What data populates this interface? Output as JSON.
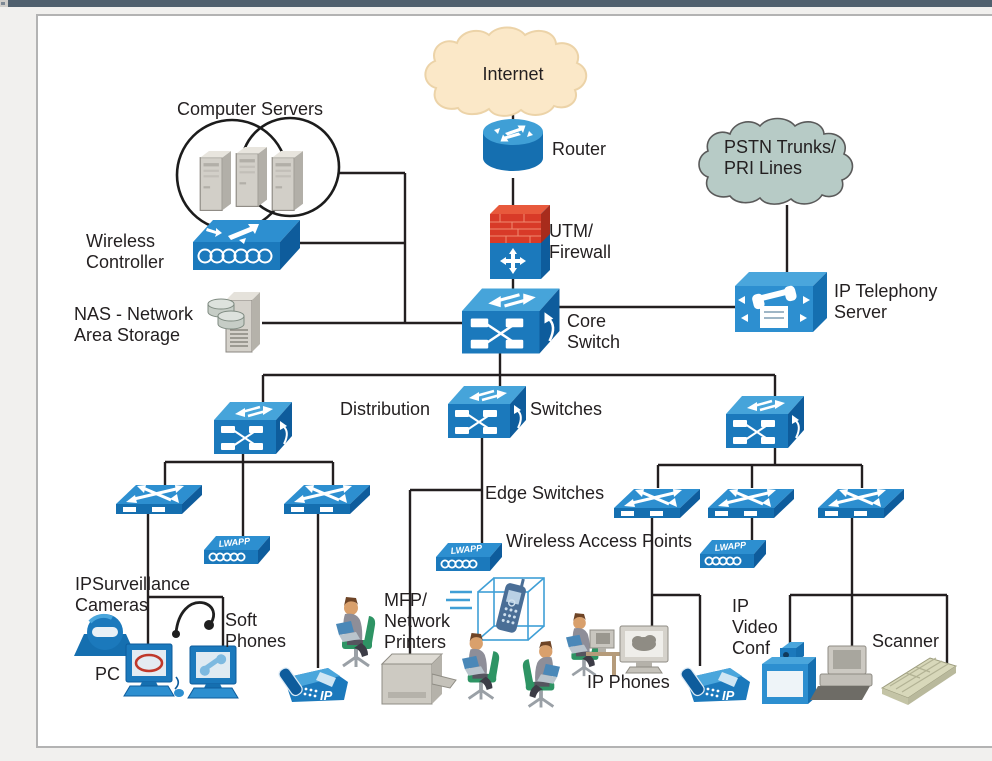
{
  "diagram_title_context": "Enterprise network topology diagram",
  "labels": {
    "computer_servers": "Computer Servers",
    "wireless_controller": "Wireless\nController",
    "nas": "NAS - Network\nArea Storage",
    "internet": "Internet",
    "router": "Router",
    "utm_firewall": "UTM/\nFirewall",
    "core_switch": "Core\nSwitch",
    "pstn": "PSTN Trunks/\nPRI Lines",
    "ip_telephony_server": "IP Telephony\nServer",
    "distribution": "Distribution",
    "switches": "Switches",
    "edge_switches": "Edge Switches",
    "wireless_access_points": "Wireless Access Points",
    "ip_surveillance_cameras": "IPSurveillance\nCameras",
    "pc": "PC",
    "soft_phones": "Soft\nPhones",
    "mfp_network_printers": "MFP/\nNetwork\nPrinters",
    "ip_phones": "IP Phones",
    "ip_video_conf": "IP\nVideo\nConf",
    "scanner": "Scanner"
  },
  "badges": {
    "lwapp": "LWAPP",
    "ip": "IP"
  },
  "colors": {
    "device_blue": "#1b79bc",
    "device_blue_light": "#4aa6dc",
    "device_blue_dark": "#0e5c9c",
    "firewall_red": "#d83a28",
    "internet_cloud": "#fbe8c8",
    "pstn_cloud": "#b7cbc6",
    "line": "#231f20",
    "chair_green": "#2e9464",
    "topbar": "#50606e"
  }
}
